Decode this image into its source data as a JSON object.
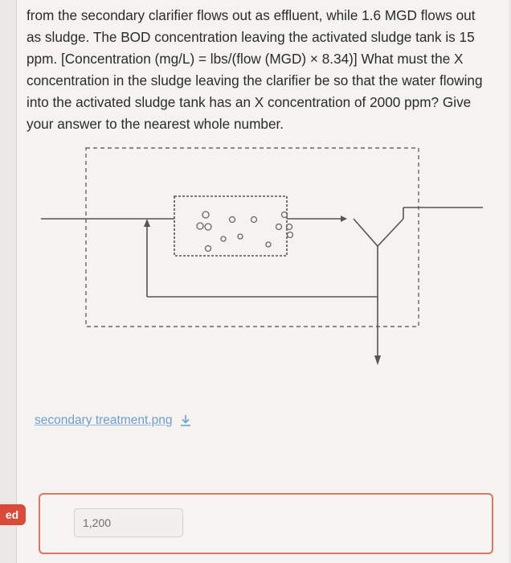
{
  "question": {
    "text": "from the secondary clarifier flows out as effluent, while 1.6 MGD flows out as sludge. The BOD concentration leaving the activated sludge tank is 15 ppm. [Concentration (mg/L) = lbs/(flow (MGD) × 8.34)] What must the X concentration in the sludge leaving the clarifier be so that the water flowing into the activated sludge tank has an X concentration of 2000 ppm? Give your answer to the nearest whole number."
  },
  "attachment": {
    "filename": "secondary treatment.png",
    "icon": "download-icon"
  },
  "status": {
    "badge_label": "ed",
    "color": "#d94a38"
  },
  "answer": {
    "value": "1,200"
  },
  "colors": {
    "link": "#6c9fcc",
    "error_border": "#e0765e",
    "diagram_line": "#555555"
  }
}
